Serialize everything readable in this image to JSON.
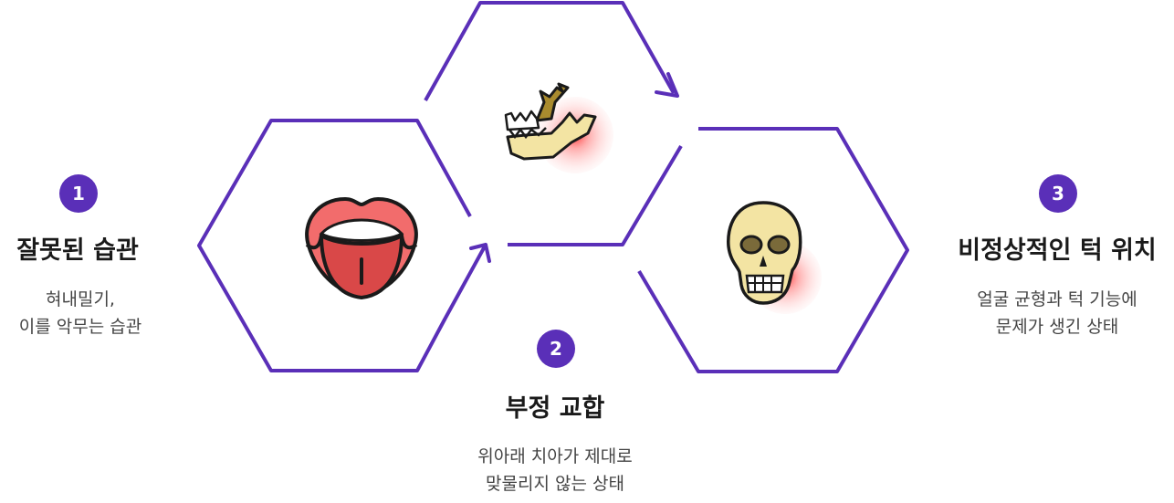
{
  "accent_color": "#5a2fb8",
  "steps": [
    {
      "number": "1",
      "title": "잘못된 습관",
      "desc_lines": [
        "혀내밀기,",
        "이를 악무는 습관"
      ],
      "icon": "tongue-icon"
    },
    {
      "number": "2",
      "title": "부정 교합",
      "desc_lines": [
        "위아래 치아가 제대로",
        "맞물리지 않는 상태"
      ],
      "icon": "jaw-icon"
    },
    {
      "number": "3",
      "title": "비정상적인 턱 위치",
      "desc_lines": [
        "얼굴 균형과 턱 기능에",
        "문제가 생긴 상태"
      ],
      "icon": "skull-icon"
    }
  ]
}
